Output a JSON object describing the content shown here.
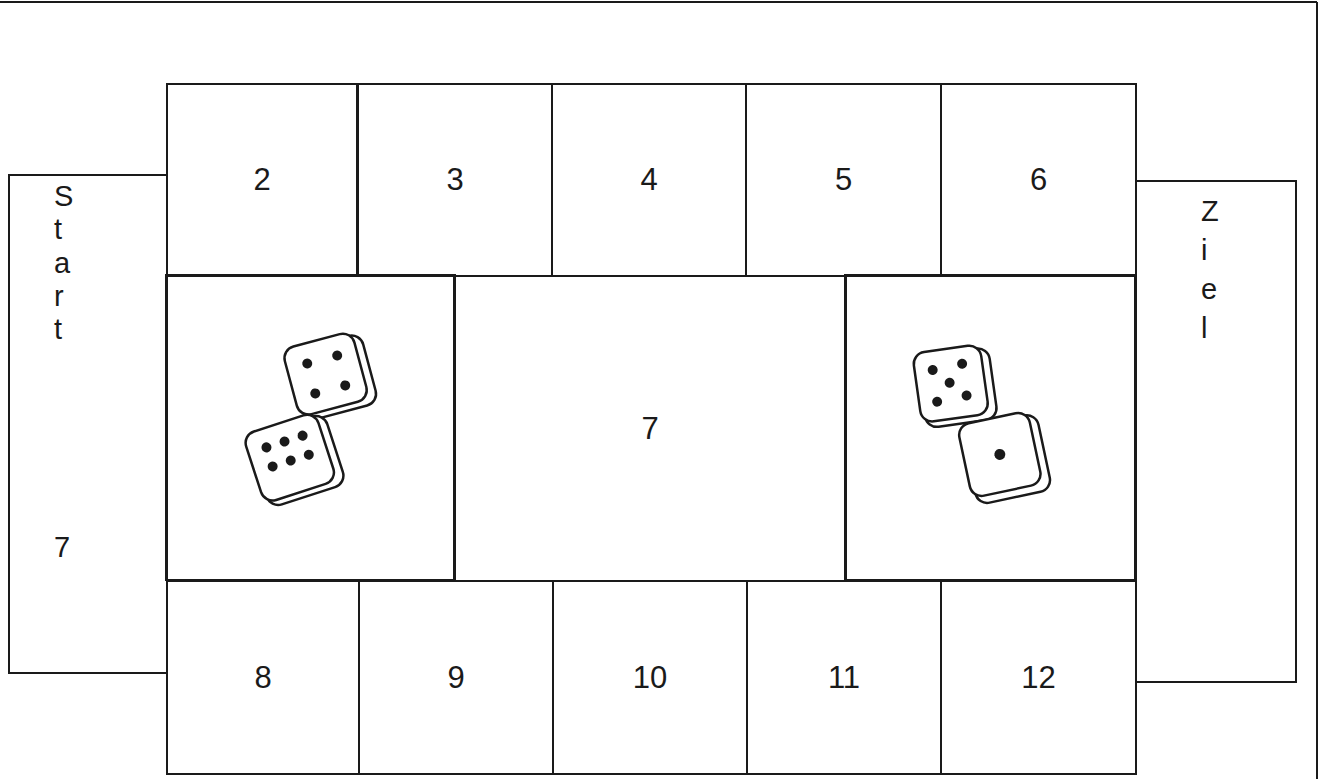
{
  "diagram": {
    "nodes": [
      {
        "text": [
          "Start",
          "7"
        ]
      },
      {
        "text": [
          "2"
        ]
      },
      {
        "text": [
          "3"
        ]
      },
      {
        "text": [
          "4"
        ]
      },
      {
        "text": [
          "5"
        ]
      },
      {
        "text": [
          "6"
        ]
      },
      {
        "text": [
          "7"
        ]
      },
      {
        "text": [
          "8"
        ]
      },
      {
        "text": [
          "9"
        ]
      },
      {
        "text": [
          "10"
        ]
      },
      {
        "text": [
          "11"
        ]
      },
      {
        "text": [
          "12"
        ]
      },
      {
        "text": [
          "Ziel"
        ]
      }
    ]
  }
}
